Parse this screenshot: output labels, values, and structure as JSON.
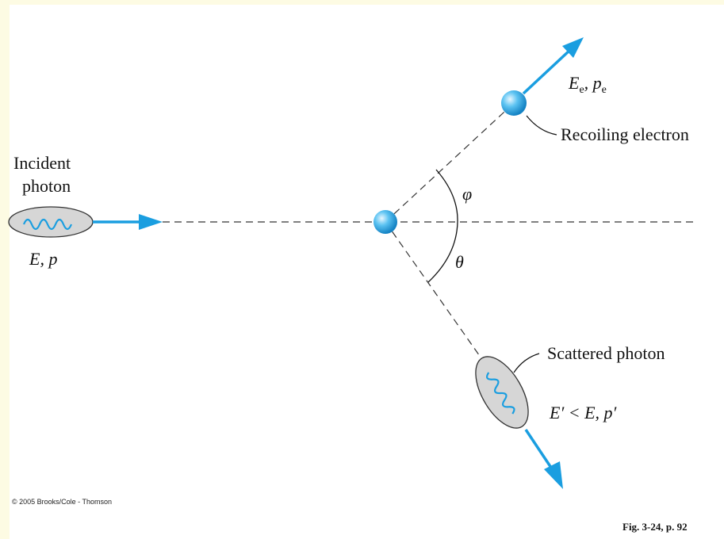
{
  "labels": {
    "incident_line1": "Incident",
    "incident_line2": "photon",
    "incident_energy": "E, p",
    "electron_momentum": "E",
    "electron_momentum_sub": "e",
    "electron_momentum_sep": ", p",
    "electron_momentum_sub2": "e",
    "recoiling_electron": "Recoiling electron",
    "phi": "φ",
    "theta": "θ",
    "scattered_photon": "Scattered photon",
    "scattered_relation": "E′ < E, p′",
    "copyright": "© 2005 Brooks/Cole - Thomson",
    "figure_ref": "Fig. 3-24, p. 92"
  },
  "colors": {
    "page_border": "#fdfbe3",
    "arrow": "#1a9ee0",
    "particle": "#4fb8ec",
    "photon_fill": "#d6d6d6",
    "dashed_line": "#333333"
  },
  "icons": {
    "incident_photon": "wave-packet-icon",
    "scattered_photon": "wave-packet-icon",
    "electron": "sphere-icon"
  }
}
